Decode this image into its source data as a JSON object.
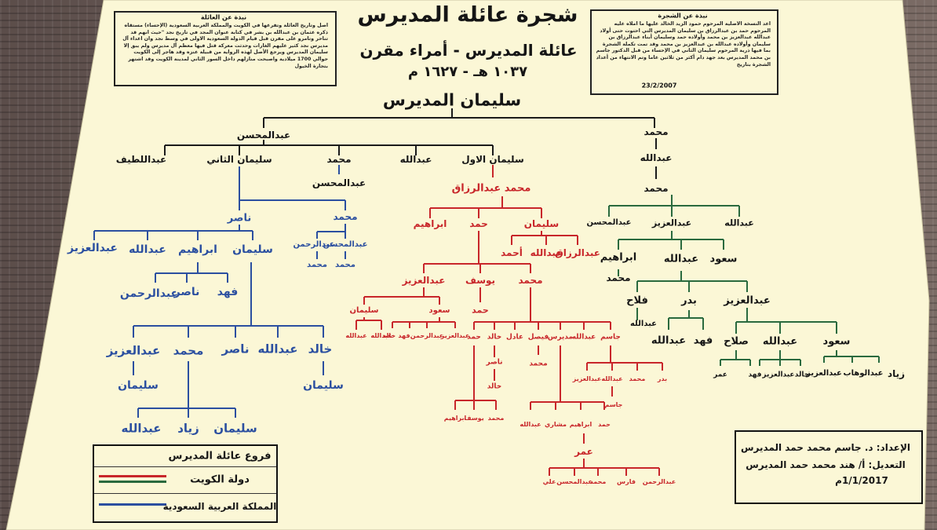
{
  "header": {
    "title": "شجرة عائلة المديرس",
    "subtitle": "عائلة المديرس - أمراء مقرن",
    "year": "١٠٣٧ هـ - ١٦٢٧ م"
  },
  "notes": {
    "left_title": "نبذة عن العائلة",
    "left_body": "أصل وتاريخ العائلة وتفرعها في الكويت والمملكة العربية السعودية (الإحساء) مستقاه ذكره عثمان بن عبدالله بن بشر في كتابة عنوان المجد في تاريخ نجد \"حيث انهم قد تناحر وتامرو على مقرن قبل قيام الدولة السعودية الاولى في وسط نجد وان اعداء آل مديرس نجد كثير عليهم الغارات وحدثت معركة قتل فيها معظم آل مديرس ولم يبق إلا سليمان المديرس ويرجع الأصل لهذه الرواية من قبيلة عنزه وقد هاجر إلى الكويت حوالي 1700 ميلادية واصبحت منازلهم داخل السور الثاني لمدينة الكويت وقد اشتهر بتجارة الخيول",
    "right_title": "نبذة عن الشجرة",
    "right_body": "أعد النسخة الأصلية المرحوم حمود الزيد الخالد عليها ما املاه عليه المرحوم حمد بن عبدالرزاق بن سليمان المديرس التي احتوت حتى أولاد عبدالله عبدالعزيز بن محمد وأولاده حمد وسليمان أبناء عبدالرزاق بن سليمان وأولاده عبدالله بن عبدالعزيز بن محمد وقد تمت تكملة الشجرة بما فيها ذرية المرحوم سليمان الثاني في الإحساء من قبل الدكتور جاسم بن محمد المديرس بعد جهد دام أكثر من ثلاثين عاما وتم الانتهاء من أعداد الشجرة بتاريخ",
    "right_date": "23/2/2007"
  },
  "root": "سليمان المديرس",
  "colors": {
    "saudi_line": "#2b4fa0",
    "kuwait_line": "#c8262a",
    "kuwait_alt_line": "#2a6a3e",
    "paper": "#fbf7d6"
  },
  "tree": {
    "gen1": {
      "right": "محمد",
      "left": "عبدالمحسن"
    },
    "right_branch": {
      "n1": "عبدالله",
      "n2": "محمد",
      "sons": [
        "عبدالله",
        "عبدالعزيز",
        "عبدالمحسن"
      ],
      "aziz_sons": [
        "سعود",
        "عبدالله",
        "ابراهيم"
      ],
      "ibrahim_son": "محمد",
      "abdullah_sons": [
        "عبدالعزيز",
        "بدر",
        "فلاح"
      ],
      "falah_son": "عبدالله",
      "badr_sons": [
        "فهد",
        "عبدالله"
      ],
      "aziz2_sons": [
        "سعود",
        "عبدالله",
        "صلاح"
      ],
      "saud_sons": [
        "زياد",
        "عبدالوهاب",
        "عبدالعزيز"
      ],
      "abdullah2_sons": [
        "خالد",
        "عبدالعزيز",
        "فهد"
      ],
      "salah_son": "عمر"
    },
    "mohsen_sons": [
      "سليمان الاول",
      "عبدالله",
      "محمد",
      "سليمان الثاني",
      "عبداللطيف"
    ],
    "mohsen_mohammad_son": "عبدالمحسن",
    "red_branch": {
      "abdulrazzaq": "محمد عبدالرزاق",
      "sons": [
        "سليمان",
        "حمد",
        "ابراهيم"
      ],
      "sulaiman_sons": [
        "عبدالرزاق",
        "عبدالله",
        "أحمد"
      ],
      "hamad_sons": [
        "محمد",
        "يوسف",
        "عبدالعزيز"
      ],
      "yousef_son": "حمد",
      "aziz_sons": [
        "سعود",
        "سليمان"
      ],
      "saud_sons": [
        "عبدالعزيز",
        "عبدالرحمن",
        "فهد",
        "خالد"
      ],
      "sulaiman_son": "عبدالله",
      "mohammad_sons": [
        "جاسم",
        "عبدالله",
        "مديرس",
        "فيصل",
        "عادل",
        "خالد",
        "حمد"
      ],
      "faisal_son": "محمد",
      "khalid_chain": [
        "ناصر",
        "خالد"
      ],
      "hamad_sons2": [
        "محمد",
        "يوسف",
        "ابراهيم"
      ],
      "jassim_sons": [
        "بدر",
        "محمد",
        "عبدالله",
        "عبدالعزيز"
      ],
      "abdullah_son": "جاسم",
      "mudairis_sons": [
        "حمد",
        "ابراهيم",
        "مشاري",
        "عبدالله"
      ],
      "hamad3_son": "عمر",
      "omar_sons": [
        "عبدالرحمن",
        "فارس",
        "محمد",
        "عبدالمحسن",
        "علي"
      ]
    },
    "blue_branch": {
      "mohammad": "محمد",
      "mohammad_sons": [
        "عبدالمحسن",
        "عبدالرحمن"
      ],
      "mohammad_grandsons": [
        "محمد",
        "محمد"
      ],
      "nasser": "ناصر",
      "nasser_sons": [
        "سليمان",
        "ابراهيم",
        "عبدالله",
        "عبدالعزيز"
      ],
      "ibrahim_sons": [
        "فهد",
        "ناصر",
        "عبدالرحمن"
      ],
      "sulaiman_sons": [
        "خالد",
        "عبدالله",
        "ناصر",
        "محمد",
        "عبدالعزيز"
      ],
      "khalid_son": "سليمان",
      "aziz_son": "سليمان",
      "mohammad_sons2": [
        "سليمان",
        "زياد",
        "عبدالله"
      ]
    }
  },
  "legend": {
    "title": "فروع عائلة المديرس",
    "items": [
      {
        "label": "دولة الكويت",
        "colors": [
          "#c8262a",
          "#2a6a3e"
        ]
      },
      {
        "label": "المملكة العربية السعودية",
        "colors": [
          "#2b4fa0"
        ]
      }
    ]
  },
  "credits": {
    "prepared_by": "الإعداد: د. جاسم محمد حمد المديرس",
    "edited_by": "التعديل: أ/ هند محمد حمد المديرس",
    "date": "1/1/2017م"
  }
}
